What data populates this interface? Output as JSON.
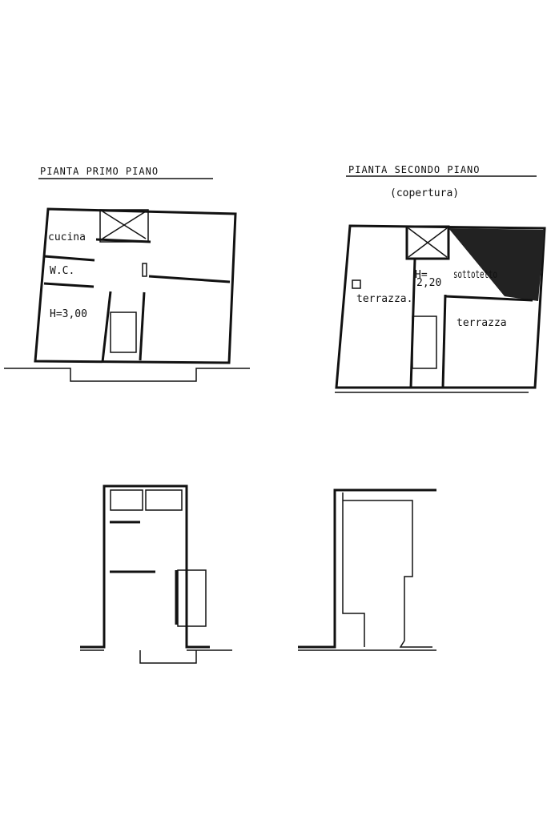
{
  "plan_first_floor": {
    "title": "PIANTA PRIMO PIANO",
    "rooms": {
      "kitchen": "cucina",
      "wc": "W.C.",
      "height": "H=3,00"
    }
  },
  "plan_second_floor": {
    "title": "PIANTA SECONDO PIANO",
    "subtitle": "(copertura)",
    "labels": {
      "height_prefix": "H=",
      "height_value": "2,20",
      "attic": "sottotetto",
      "terrace_left": "terrazza.",
      "terrace_right": "terrazza"
    }
  }
}
